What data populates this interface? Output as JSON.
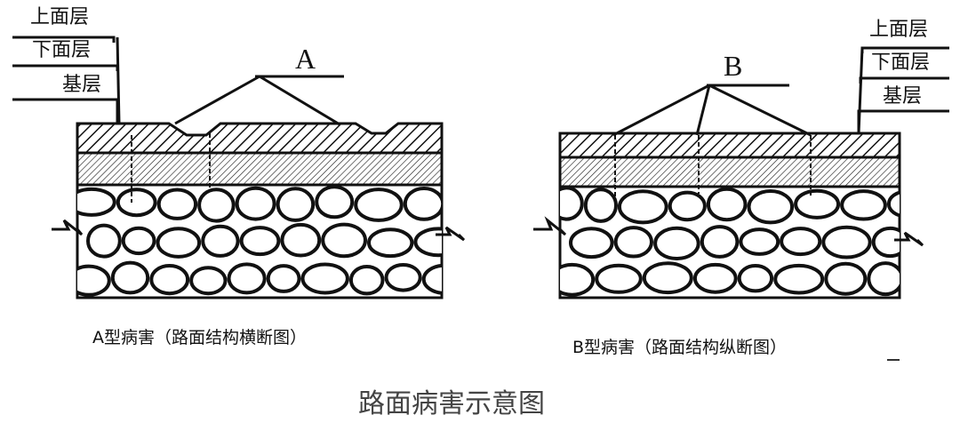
{
  "diagram_a": {
    "layer_labels": [
      "上面层",
      "下面层",
      "基层"
    ],
    "pointer_label": "A",
    "caption": "A型病害（路面结构横断图）"
  },
  "diagram_b": {
    "layer_labels": [
      "上面层",
      "下面层",
      "基层"
    ],
    "pointer_label": "B",
    "caption": "B型病害（路面结构纵断图）"
  },
  "title": "路面病害示意图",
  "colors": {
    "ink": "#111111",
    "background": "#ffffff",
    "title": "#444444"
  }
}
